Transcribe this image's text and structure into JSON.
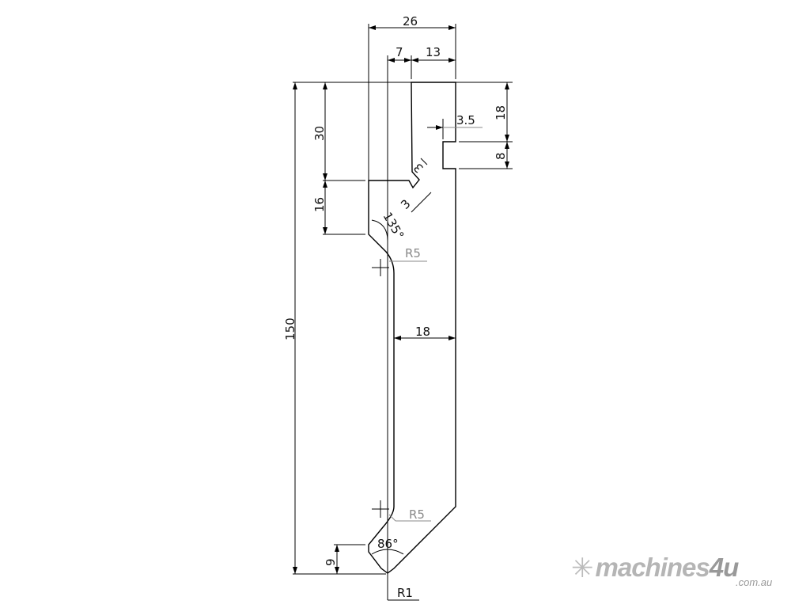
{
  "drawing": {
    "dimensions": {
      "width_overall": "26",
      "offset_left": "7",
      "width_top": "13",
      "height_overall": "150",
      "height_upper": "30",
      "height_mid": "16",
      "notch_top": "18",
      "notch_height": "8",
      "notch_depth": "3.5",
      "groove_a": "3",
      "groove_b": "3",
      "angle_upper": "135°",
      "radius_upper": "R5",
      "shank_width": "18",
      "radius_lower": "R5",
      "tip_angle": "86°",
      "tip_height": "9",
      "tip_radius": "R1"
    }
  },
  "logo": {
    "brand": "machines",
    "brand_num": "4u",
    "domain": ".com.au"
  }
}
